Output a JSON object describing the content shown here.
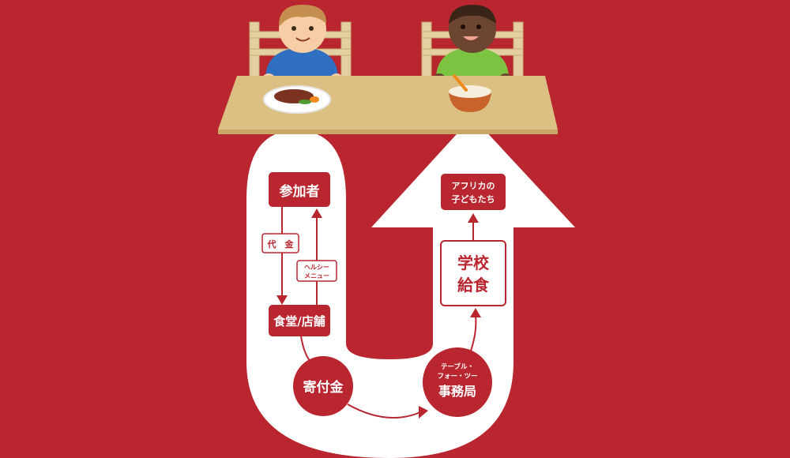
{
  "colors": {
    "background": "#b9262f",
    "box": "#b9262f",
    "flow": "#ffffff",
    "table": "#dcbf82",
    "chair": "#e3cf9f"
  },
  "nodes": {
    "participants": "参加者",
    "cafeteria": "食堂/店舗",
    "donation": "寄付金",
    "office_line1": "テーブル・",
    "office_line2": "フォー・ツー",
    "office_main": "事務局",
    "school_line1": "学校",
    "school_line2": "給食",
    "children_line1": "アフリカの",
    "children_line2": "子どもたち"
  },
  "flow_labels": {
    "payment": "代　金",
    "healthy_line1": "ヘルシー",
    "healthy_line2": "メニュー"
  },
  "icons": [
    "child-left-icon",
    "child-right-icon",
    "table-icon",
    "plate-icon",
    "bowl-icon",
    "u-arrow-icon"
  ]
}
